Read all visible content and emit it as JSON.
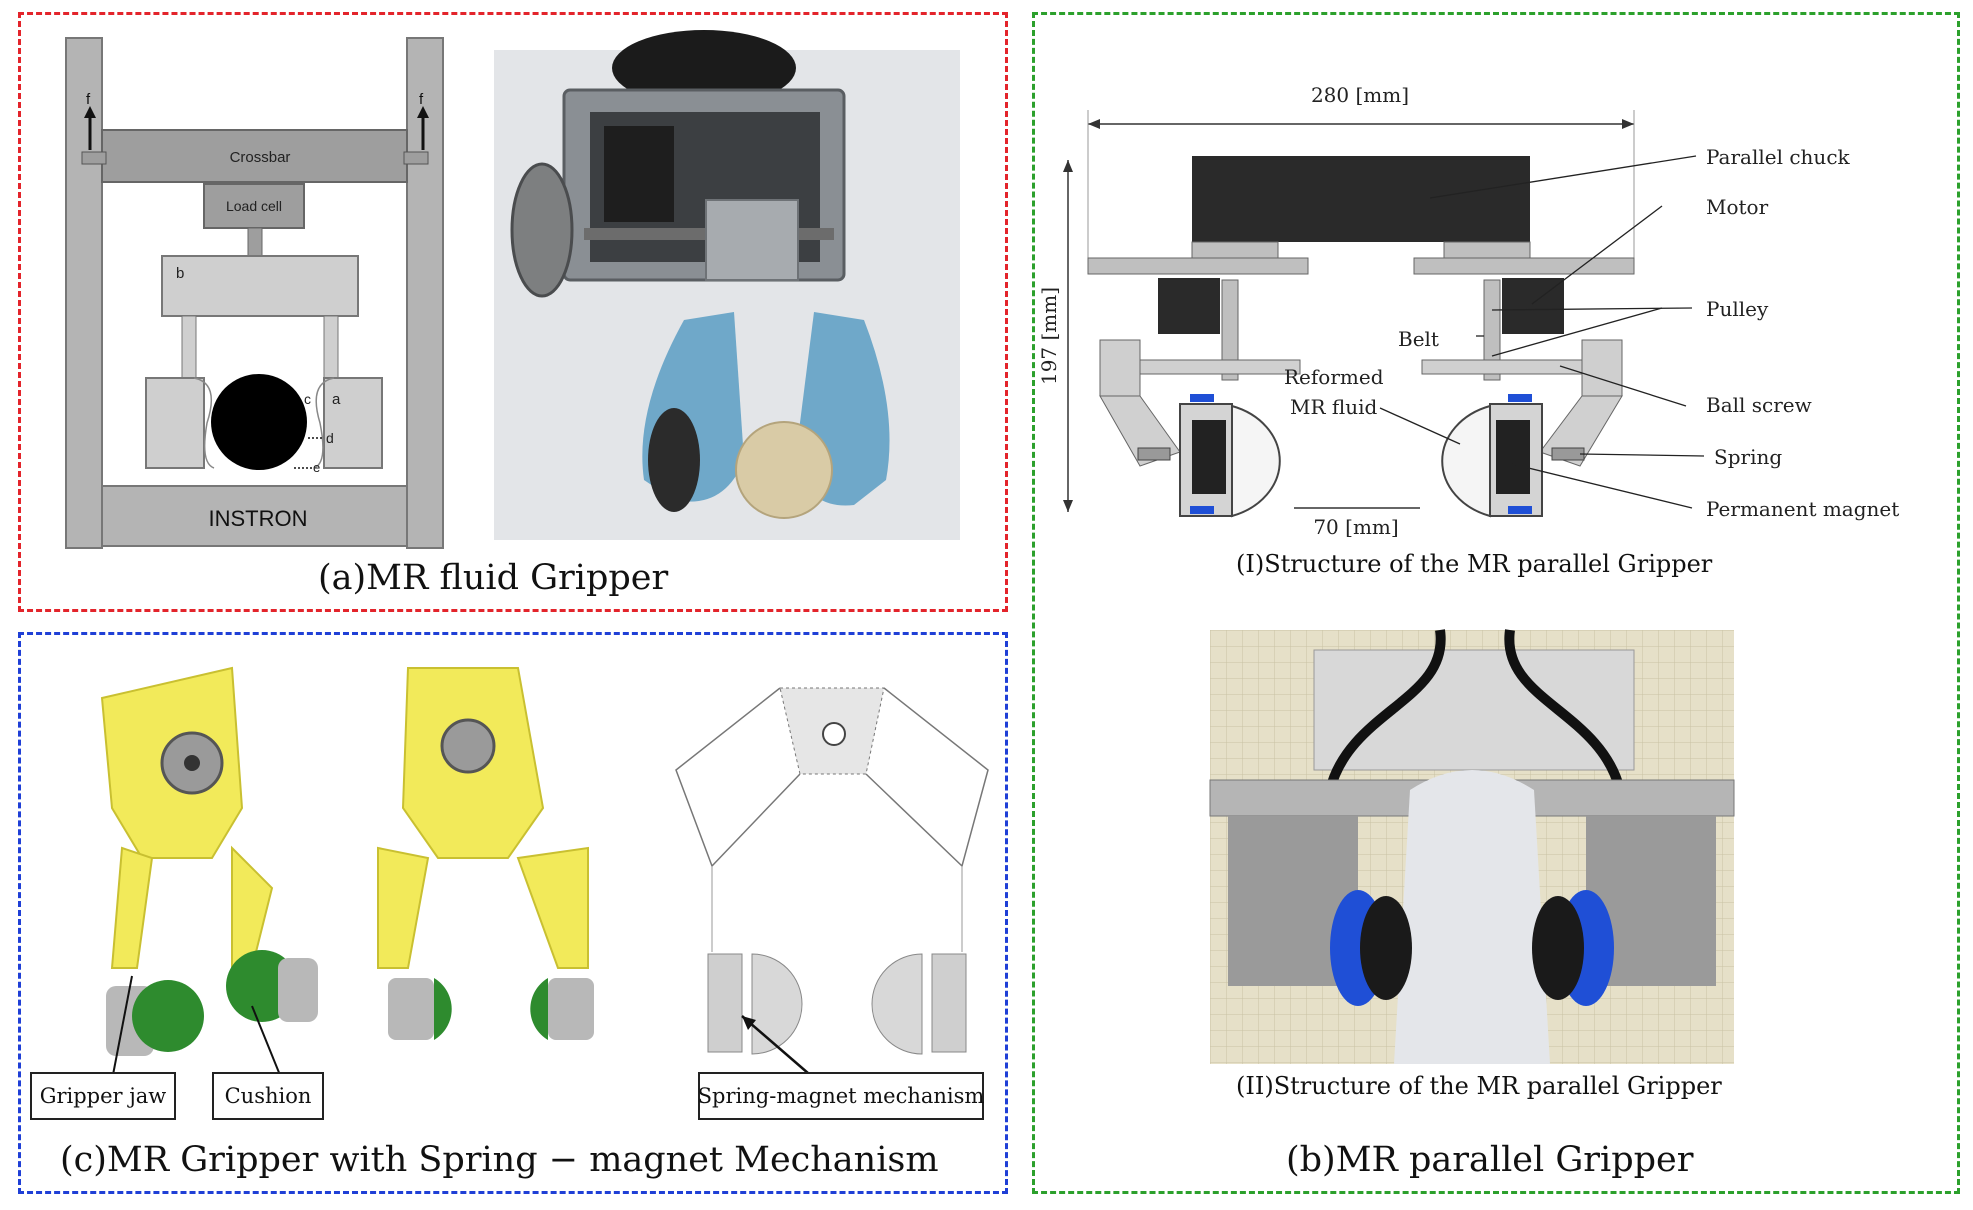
{
  "panel_a": {
    "caption": "(a)MR fluid Gripper",
    "diagram": {
      "force_left": "f",
      "force_right": "f",
      "crossbar": "Crossbar",
      "load_cell": "Load cell",
      "block_b": "b",
      "label_a": "a",
      "label_c": "c",
      "label_d": "d",
      "label_e": "e",
      "base": "INSTRON"
    }
  },
  "panel_b": {
    "caption": "(b)MR parallel Gripper",
    "sub1_caption": "(I)Structure of the MR parallel Gripper",
    "sub2_caption": "(II)Structure of the MR parallel Gripper",
    "dim_width": "280 [mm]",
    "dim_height": "197 [mm]",
    "dim_gap": "70 [mm]",
    "callouts": {
      "parallel_chuck": "Parallel chuck",
      "motor": "Motor",
      "pulley": "Pulley",
      "belt": "Belt",
      "reformed": "Reformed",
      "mr_fluid": "MR fluid",
      "ball_screw": "Ball screw",
      "spring": "Spring",
      "permanent_magnet": "Permanent magnet"
    }
  },
  "panel_c": {
    "caption": "(c)MR Gripper with Spring − magnet Mechanism",
    "labels": {
      "gripper_jaw": "Gripper jaw",
      "cushion": "Cushion",
      "spring_magnet": "Spring-magnet mechanism"
    }
  },
  "colors": {
    "panel_a_border": "#e3242b",
    "panel_b_border": "#2ca02c",
    "panel_c_border": "#1f3fd6",
    "gripper_yellow": "#f2ea5a",
    "cushion_green": "#2e8b2e",
    "tape_blue": "#6fa8c9",
    "magnet_blue": "#1f4fd6"
  }
}
